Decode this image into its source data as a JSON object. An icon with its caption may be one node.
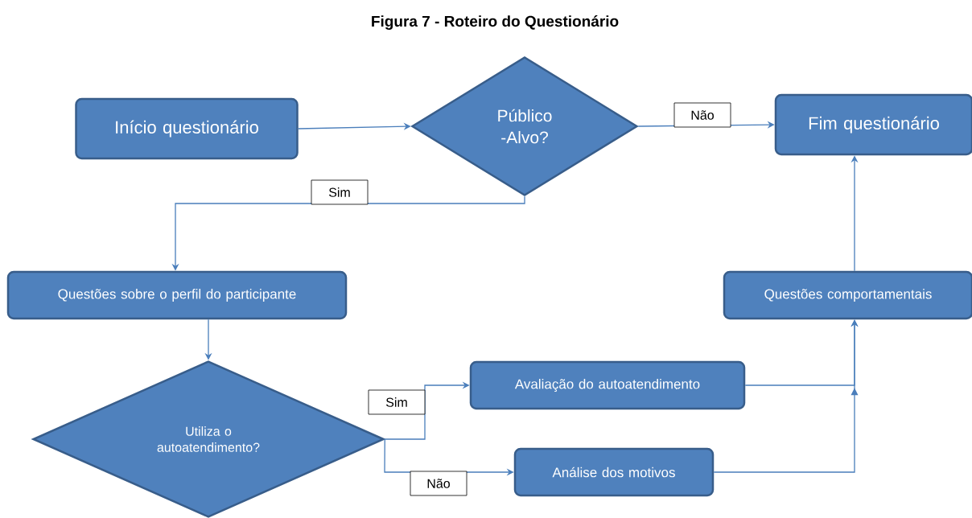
{
  "diagram": {
    "title": "Figura 7 - Roteiro do Questionário",
    "nodes": [
      {
        "text": [
          "Início questionário"
        ]
      },
      {
        "text": [
          "Público -Alvo?"
        ]
      },
      {
        "text": [
          "Fim questionário"
        ]
      },
      {
        "text": [
          "Questões sobre o perfil do participante"
        ]
      },
      {
        "text": [
          "Utiliza o autoatendimento?"
        ]
      },
      {
        "text": [
          "Avaliação do autoatendimento"
        ]
      },
      {
        "text": [
          "Análise dos motivos"
        ]
      },
      {
        "text": [
          "Questões comportamentais"
        ]
      }
    ],
    "edges": [
      {
        "from": 0,
        "to": 1,
        "arrow": "to"
      },
      {
        "from": 1,
        "to": 2,
        "arrow": "to",
        "label": "Não"
      },
      {
        "from": 1,
        "to": 3,
        "arrow": "to",
        "label": "Sim"
      },
      {
        "from": 3,
        "to": 4,
        "arrow": "to"
      },
      {
        "from": 4,
        "to": 5,
        "arrow": "to",
        "label": "Sim"
      },
      {
        "from": 4,
        "to": 6,
        "arrow": "to",
        "label": "Não"
      },
      {
        "from": 5,
        "to": 7,
        "arrow": "to"
      },
      {
        "from": 6,
        "to": 7,
        "arrow": "to"
      },
      {
        "from": 7,
        "to": 2,
        "arrow": "to"
      }
    ]
  }
}
